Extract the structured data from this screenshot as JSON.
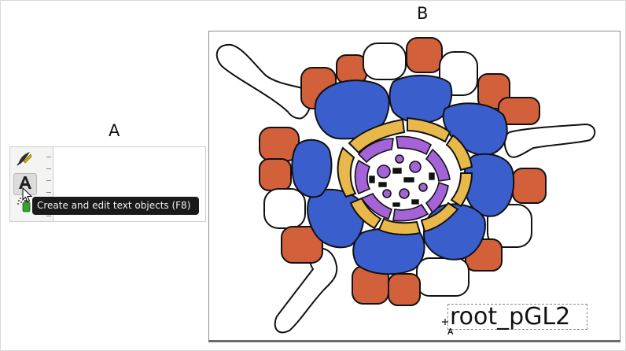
{
  "panels": {
    "a": {
      "label": "A"
    },
    "b": {
      "label": "B"
    }
  },
  "toolbox": {
    "tools": [
      {
        "name": "calligraphy-tool",
        "icon": "calligraphy-pen-icon"
      },
      {
        "name": "text-tool",
        "icon": "text-tool-icon",
        "active": true
      },
      {
        "name": "spray-tool",
        "icon": "spray-can-icon"
      }
    ],
    "tooltip": "Create and edit text objects (F8)"
  },
  "canvas": {
    "text_object": "root_pGL2",
    "colors": {
      "cortex": "#3a5fcd",
      "endodermis": "#e8b84a",
      "stele": "#a463d6",
      "epidermis": "#d2603a",
      "hair_cell": "#ffffff",
      "outline": "#111111"
    }
  }
}
